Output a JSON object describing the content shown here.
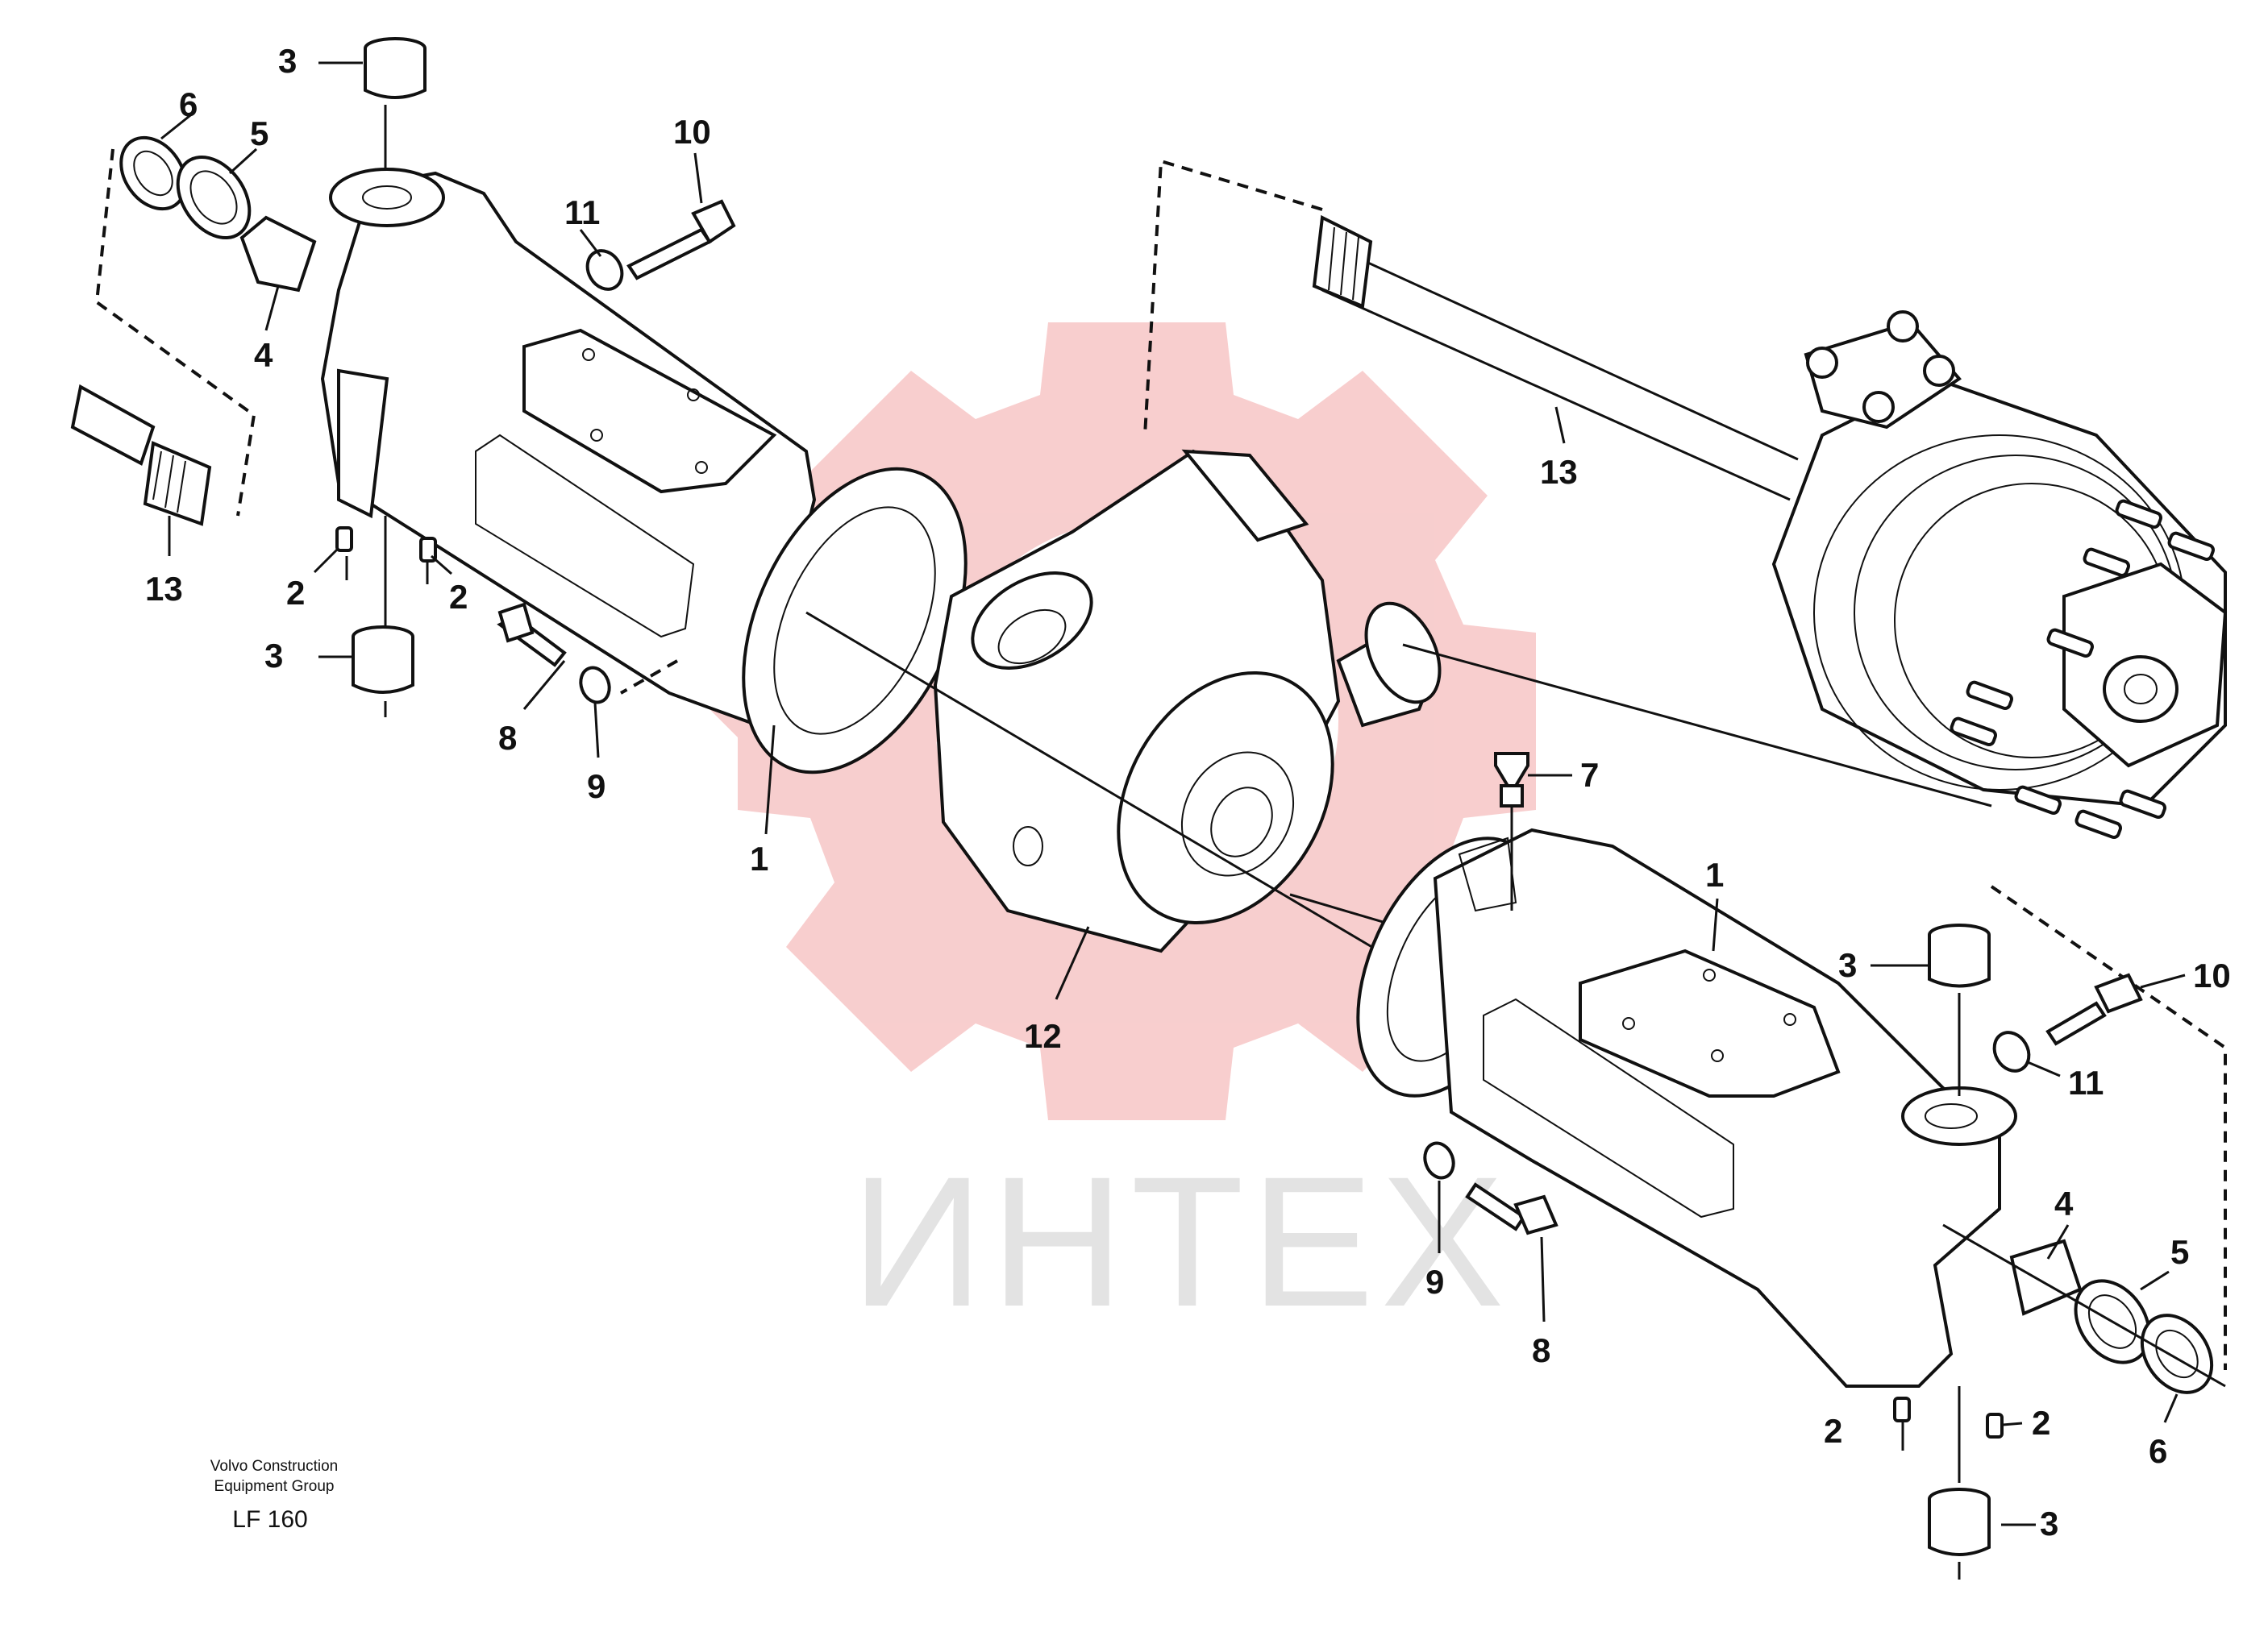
{
  "diagram": {
    "watermark": {
      "text": "ИНТЕХ",
      "gear_color": "#f7c9c9",
      "text_color": "#e3e3e3"
    },
    "footer": {
      "line1": "Volvo Construction",
      "line2": "Equipment Group",
      "model": "LF 160"
    },
    "callouts": {
      "a": "3",
      "b": "6",
      "c": "5",
      "d": "10",
      "e": "11",
      "f": "4",
      "g": "13",
      "h": "2",
      "i": "2",
      "j": "3",
      "k": "8",
      "l": "9",
      "m": "1",
      "n": "13",
      "o": "12",
      "p": "7",
      "q": "1",
      "r": "3",
      "s": "10",
      "t": "11",
      "u": "4",
      "v": "5",
      "w": "9",
      "x": "8",
      "y": "2",
      "z": "2",
      "aa": "6",
      "ab": "3"
    }
  }
}
